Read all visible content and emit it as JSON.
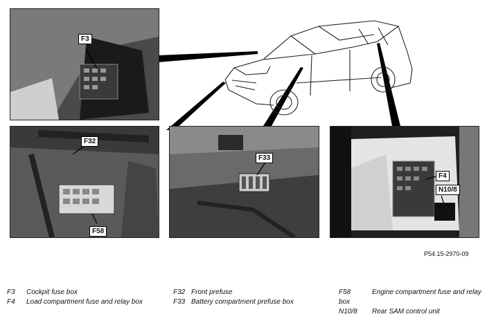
{
  "callouts": {
    "f3": "F3",
    "f32": "F32",
    "f58": "F58",
    "f33": "F33",
    "f4": "F4",
    "n10_8": "N10/8"
  },
  "figure_ref": "P54.15-2970-09",
  "legend": {
    "col1": [
      {
        "code": "F3",
        "text": "Cockpit fuse box"
      },
      {
        "code": "F4",
        "text": "Load compartment fuse and relay box"
      }
    ],
    "col2": [
      {
        "code": "F32",
        "text": "Front prefuse"
      },
      {
        "code": "F33",
        "text": "Battery compartment prefuse box"
      }
    ],
    "col3": [
      {
        "code": "F58",
        "text": "Engine compartment fuse and relay box"
      },
      {
        "code": "N10/8",
        "text": "Rear SAM control unit"
      }
    ]
  }
}
